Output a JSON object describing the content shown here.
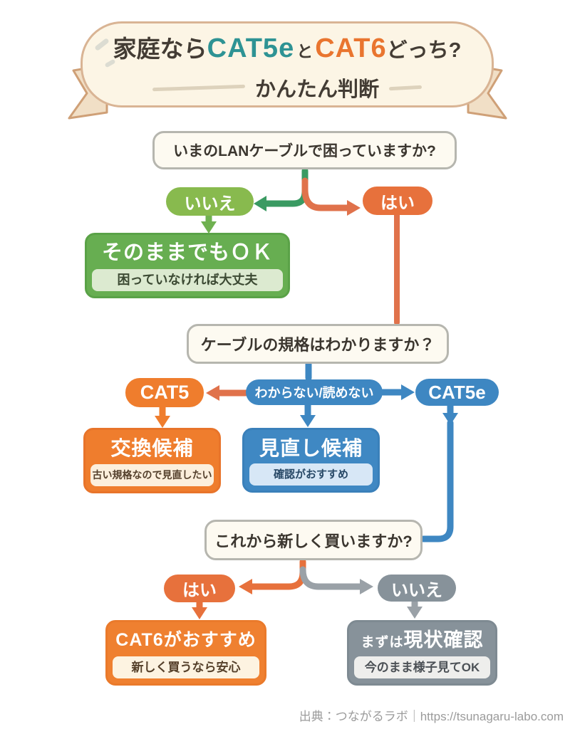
{
  "colors": {
    "background": "#ffffff",
    "banner_fill": "#fcf5e5",
    "banner_border": "#d9b494",
    "ribbon_tail": "#f1dfc6",
    "ribbon_tail_border": "#cfa077",
    "title_text": "#433c34",
    "title_cat5e_teal": "#2e9394",
    "title_cat6_orange": "#e9752f",
    "question_fill": "#fdfaf1",
    "question_border": "#b6b6af",
    "green_pill": "#88ba4e",
    "green_arrow": "#3a9a62",
    "green_mid": "#6fb150",
    "green_box": "#67ae51",
    "green_box_light": "#dcead0",
    "orange_soft": "#e0724b",
    "orange_pill": "#e7713c",
    "orange_bright": "#ef7d2d",
    "orange_light": "#fcefdc",
    "blue": "#3e87c2",
    "blue_light": "#d7e7f6",
    "gray": "#87929a",
    "gray_arrow": "#9aa1a7",
    "gray_light": "#eeeeec",
    "footer_text": "#9b9b9b"
  },
  "banner": {
    "title_prefix": "家庭なら",
    "title_cat5e": "CAT5e",
    "title_conjunction": "と",
    "title_cat6": "CAT6",
    "title_suffix": "どっち?",
    "subtitle": "かんたん判断"
  },
  "flow": {
    "q1": {
      "question": "いまのLANケーブルで困っていますか?",
      "answer_no": "いいえ",
      "answer_yes": "はい"
    },
    "result_ok": {
      "title": "そのままでもＯＫ",
      "subtitle": "困っていなければ大丈夫"
    },
    "q2": {
      "question": "ケーブルの規格はわかりますか？",
      "answer_cat5": "CAT5",
      "answer_unknown": "わからない/読めない",
      "answer_cat5e": "CAT5e"
    },
    "result_replace": {
      "title": "交換候補",
      "subtitle": "古い規格なので見直したい"
    },
    "result_review": {
      "title": "見直し候補",
      "subtitle": "確認がおすすめ"
    },
    "q3": {
      "question": "これから新しく買いますか?",
      "answer_yes": "はい",
      "answer_no": "いいえ"
    },
    "result_cat6": {
      "title": "CAT6がおすすめ",
      "subtitle": "新しく買うなら安心"
    },
    "result_check": {
      "title_prefix": "まずは",
      "title_main": "現状確認",
      "subtitle": "今のまま様子見てOK"
    }
  },
  "footer": {
    "credit": "出典：つながるラボ｜https://tsunagaru-labo.com"
  }
}
